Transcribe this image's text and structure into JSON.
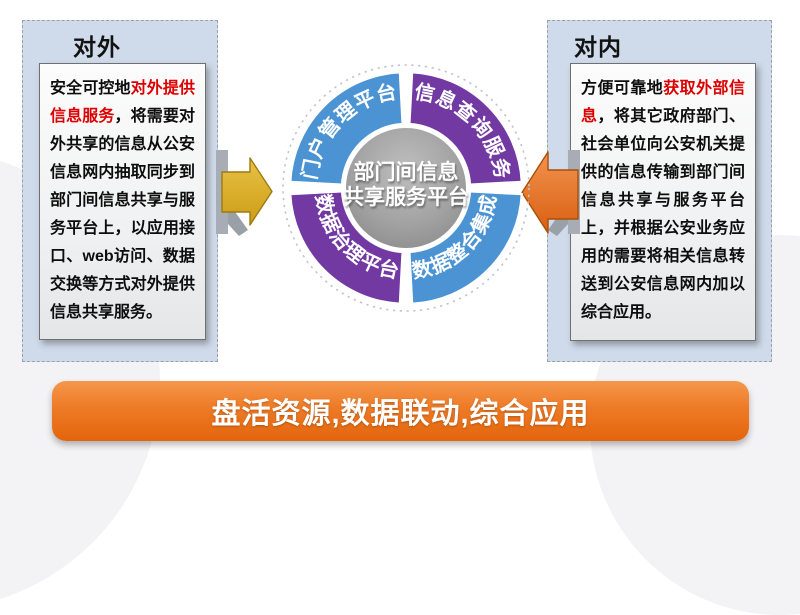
{
  "colors": {
    "panel_bg": "#cfdaea",
    "blue_segment": "#4b93d3",
    "purple_segment": "#7239a3",
    "center_gray": "#9d9d9d",
    "banner_orange": "#ed7420",
    "arrow_gold": "#ddae27",
    "arrow_orange": "#e87730",
    "highlight_red": "#dd0000"
  },
  "left_panel": {
    "title": "对外",
    "paragraph": [
      {
        "text": "安全可控地",
        "red": false
      },
      {
        "text": "对外提供信息服务",
        "red": true
      },
      {
        "text": "，将需要对外共享的信息从公安信息网内抽取同步到部门间信息共享与服务平台上，以应用接口、web访问、数据交换等方式对外提供信息共享服务。",
        "red": false
      }
    ]
  },
  "right_panel": {
    "title": "对内",
    "paragraph": [
      {
        "text": "方便可靠地",
        "red": false
      },
      {
        "text": "获取外部信息",
        "red": true
      },
      {
        "text": "，将其它政府部门、社会单位向公安机关提供的信息传输到部门间信息共享与服务平台上，并根据公安业务应用的需要将相关信息转送到公安信息网内加以综合应用。",
        "red": false
      }
    ]
  },
  "ring": {
    "center_line1": "部门间信息",
    "center_line2": "共享服务平台",
    "segments": [
      {
        "label": "门户管理平台",
        "position": "top-left",
        "color": "#4b93d3"
      },
      {
        "label": "信息查询服务",
        "position": "top-right",
        "color": "#7239a3"
      },
      {
        "label": "数据治理平台",
        "position": "bottom-left",
        "color": "#7239a3"
      },
      {
        "label": "数据整合集成",
        "position": "bottom-right",
        "color": "#4b93d3"
      }
    ]
  },
  "banner": {
    "label": "盘活资源,数据联动,综合应用"
  }
}
